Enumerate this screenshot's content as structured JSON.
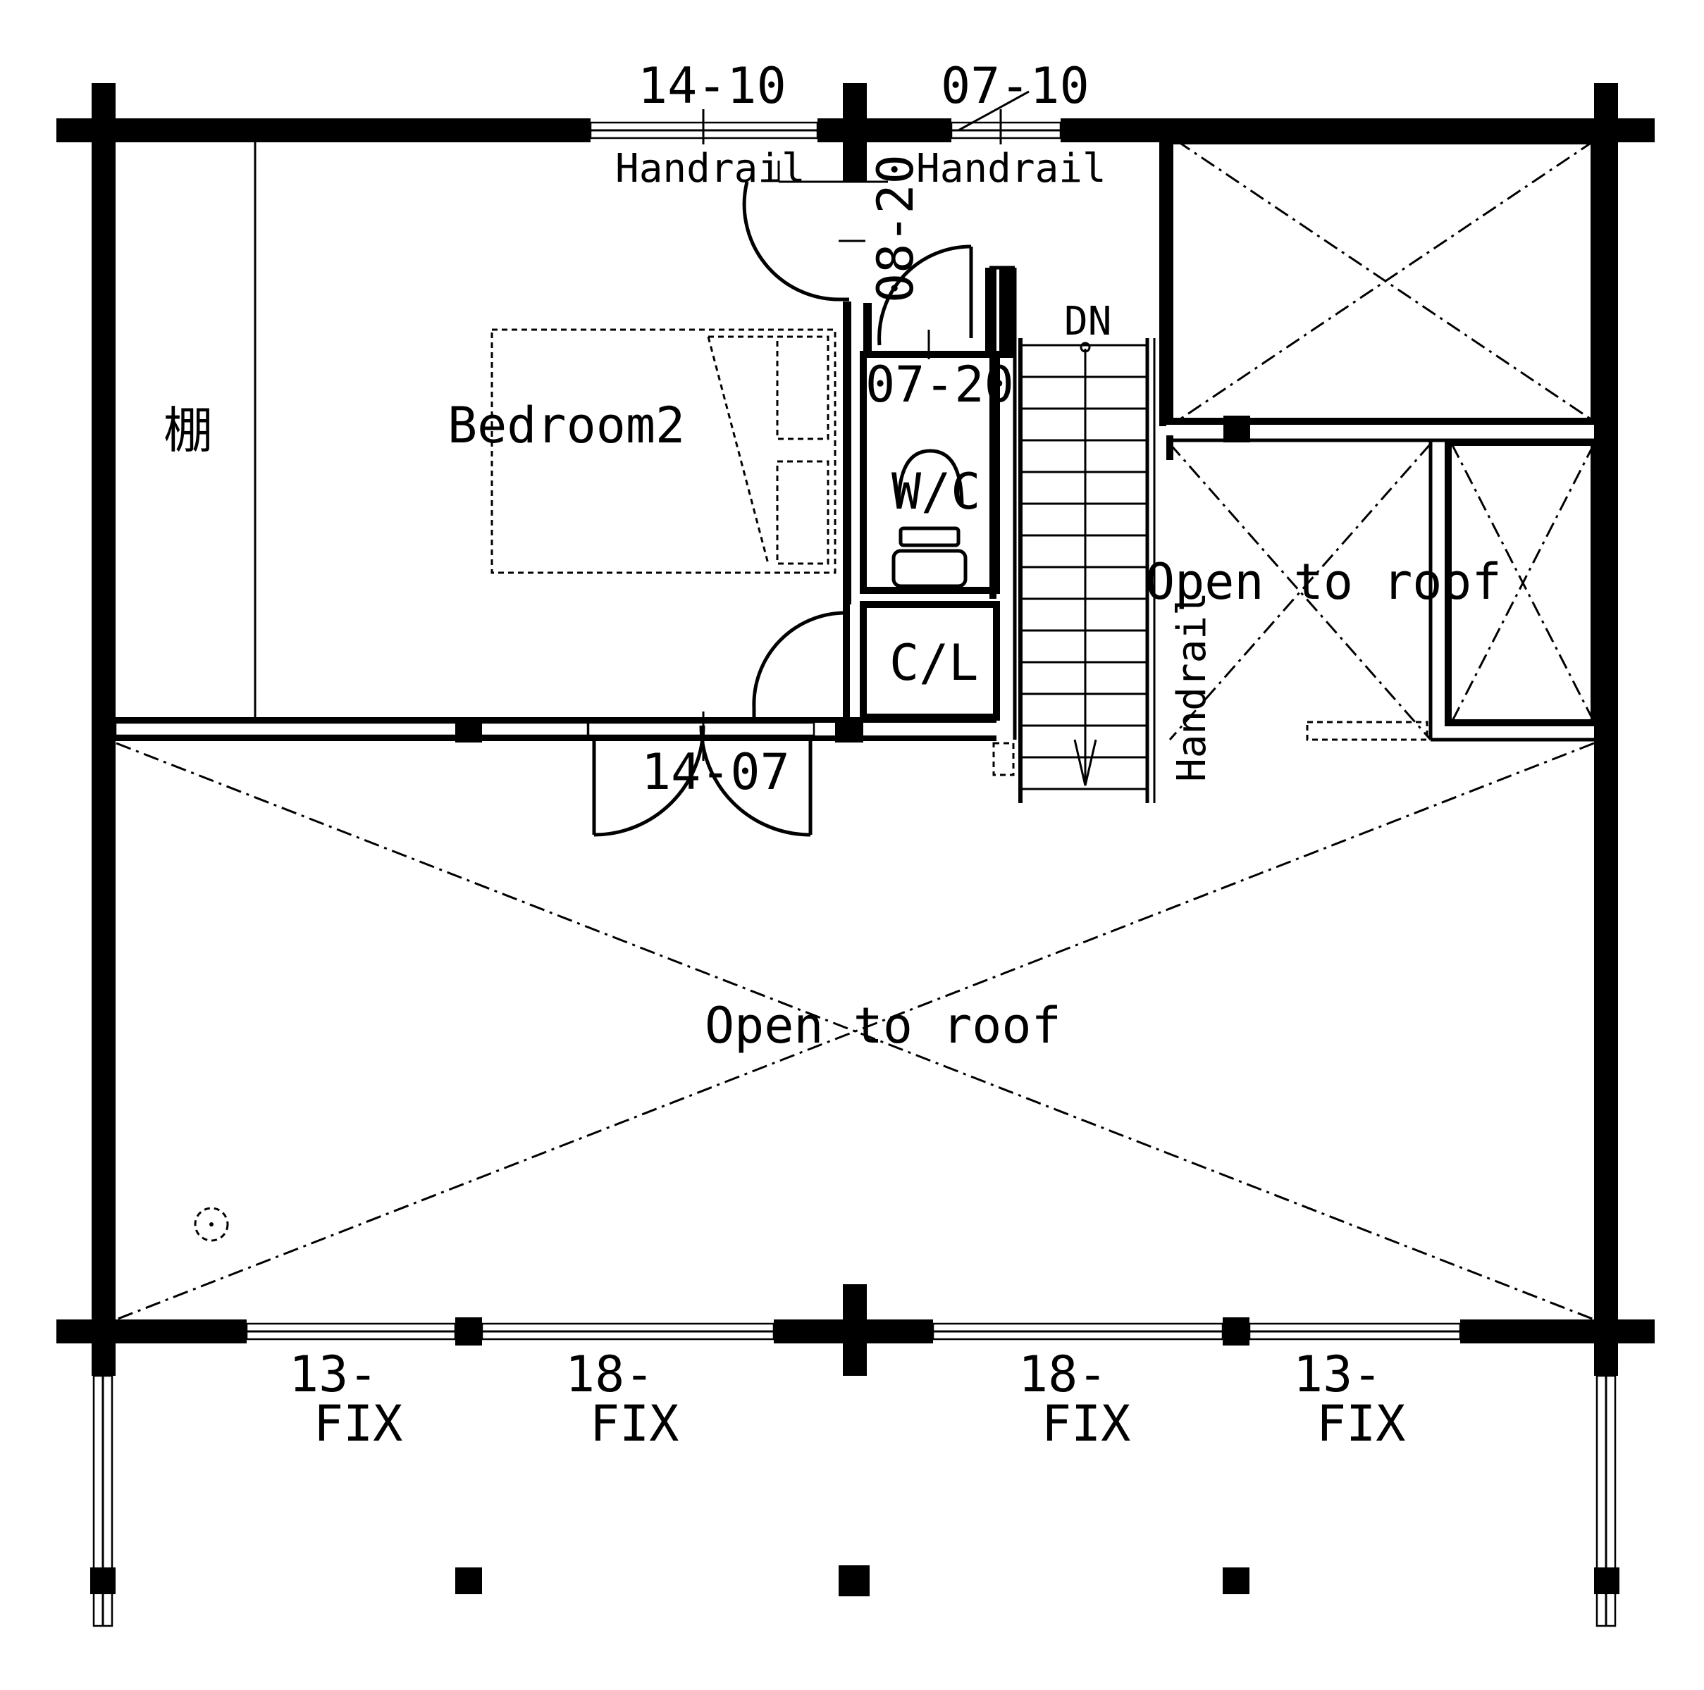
{
  "plan": {
    "rooms": {
      "shelf": "棚",
      "bedroom": "Bedroom2",
      "wc": "W/C",
      "closet": "C/L",
      "open_center": "Open to roof",
      "open_right": "Open to roof"
    },
    "stairs": {
      "direction": "DN"
    },
    "handrails": {
      "top_left": "Handrail",
      "top_right": "Handrail",
      "stair_side": "Handrail"
    },
    "windows": {
      "top_left": "14-10",
      "top_right": "07-10",
      "bottom_1_size": "13-",
      "bottom_1_type": "FIX",
      "bottom_2_size": "18-",
      "bottom_2_type": "FIX",
      "bottom_3_size": "18-",
      "bottom_3_type": "FIX",
      "bottom_4_size": "13-",
      "bottom_4_type": "FIX"
    },
    "doors": {
      "entry_wc_hall": "08-20",
      "wc": "07-20",
      "bedroom": "14-07"
    }
  }
}
